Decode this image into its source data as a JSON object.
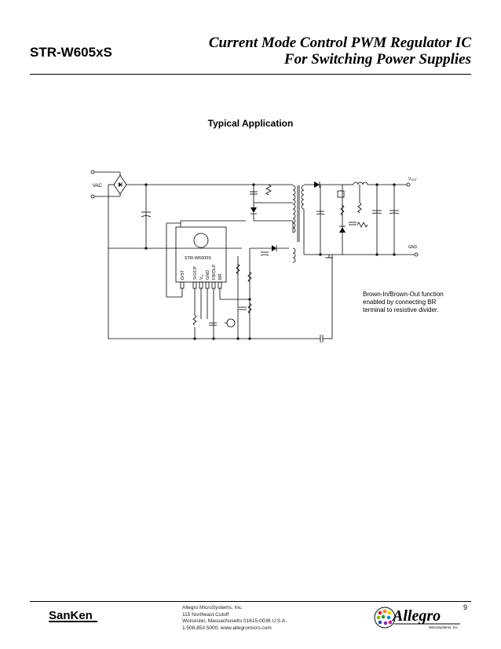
{
  "header": {
    "part_number": "STR-W605xS",
    "title_line1": "Current Mode Control PWM Regulator IC",
    "title_line2": "For Switching Power Supplies"
  },
  "section_title": "Typical Application",
  "schematic": {
    "vac_label": "VAC",
    "vout_label": "V",
    "vout_sub": "OUT",
    "gnd_label": "GND",
    "ic_label": "STR-W6000S",
    "pins": [
      "D/ST",
      "S/OCP",
      "V",
      "GND",
      "FB/OLP",
      "BR"
    ],
    "pin_vcc_sub": "cc"
  },
  "note": {
    "line1": "Brown-In/Brown-Out function",
    "line2": "enabled by connecting BR",
    "line3": "terminal to resistive divider."
  },
  "footer": {
    "company": "Allegro MicroSystems, Inc.",
    "street": "115 Northeast Cutoff",
    "city": "Worcester, Massachusetts 01615-0036 U.S.A.",
    "contact": "1.508.853.5000; www.allegromicro.com",
    "page_number": "9",
    "sanken_logo": "SanKen",
    "allegro_logo": "Allegro",
    "allegro_sub": "MicroSystems, Inc."
  }
}
